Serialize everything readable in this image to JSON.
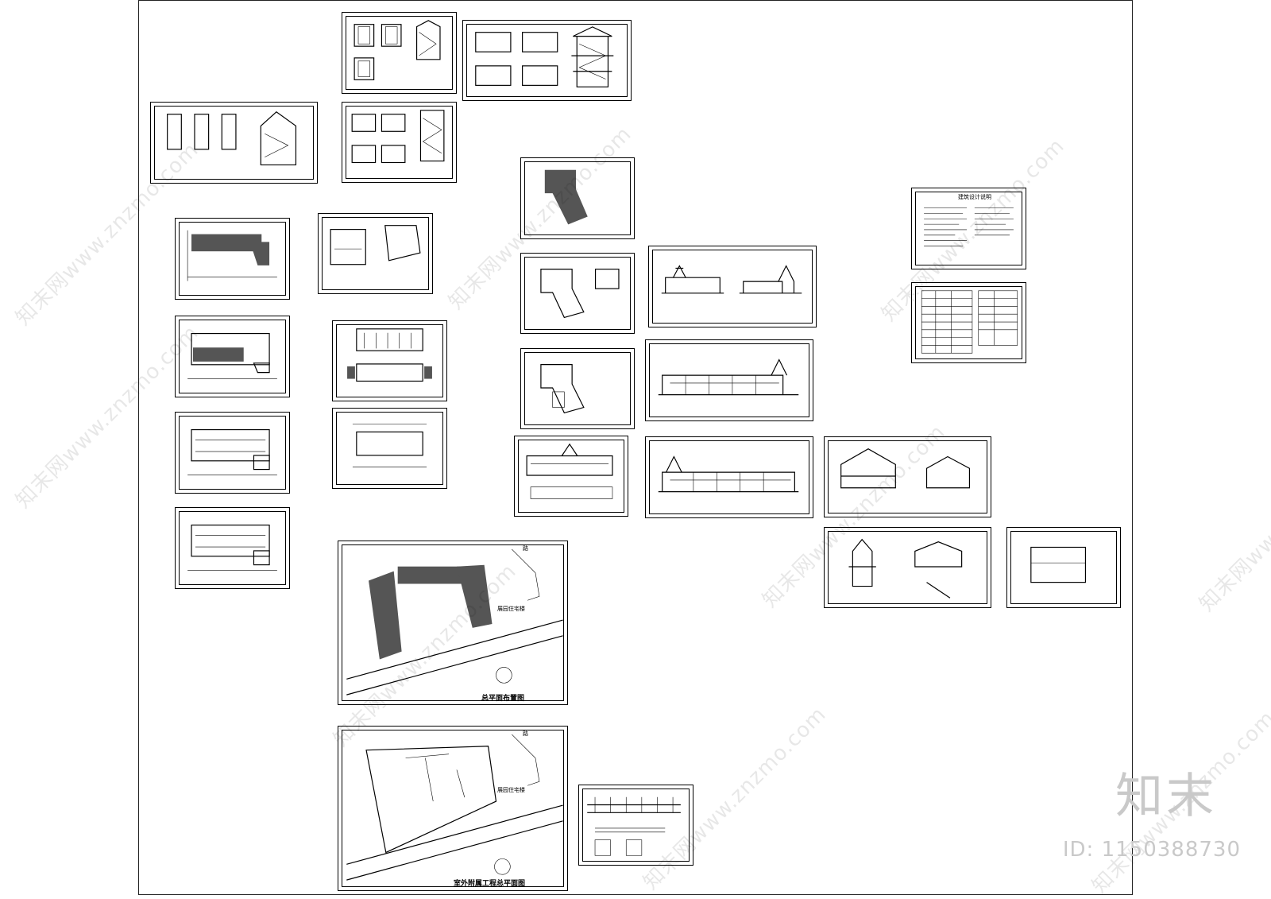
{
  "watermark": {
    "text": "知末网www.znzmo.com"
  },
  "brand": {
    "logo_text": "知末",
    "id_label": "ID: 1150388730"
  },
  "sheets": {
    "site_plan_title": "总平面布置图",
    "outdoor_plan_title": "室外附属工程总平面图",
    "design_notes_title": "建筑设计说明",
    "site_label_a": "展园住宅楼",
    "site_label_b": "展园住宅楼",
    "road_label": "路",
    "road_label_b": "路"
  },
  "colors": {
    "line": "#000000",
    "hatch": "#555555",
    "brand_gray": "#c9c9c9"
  }
}
